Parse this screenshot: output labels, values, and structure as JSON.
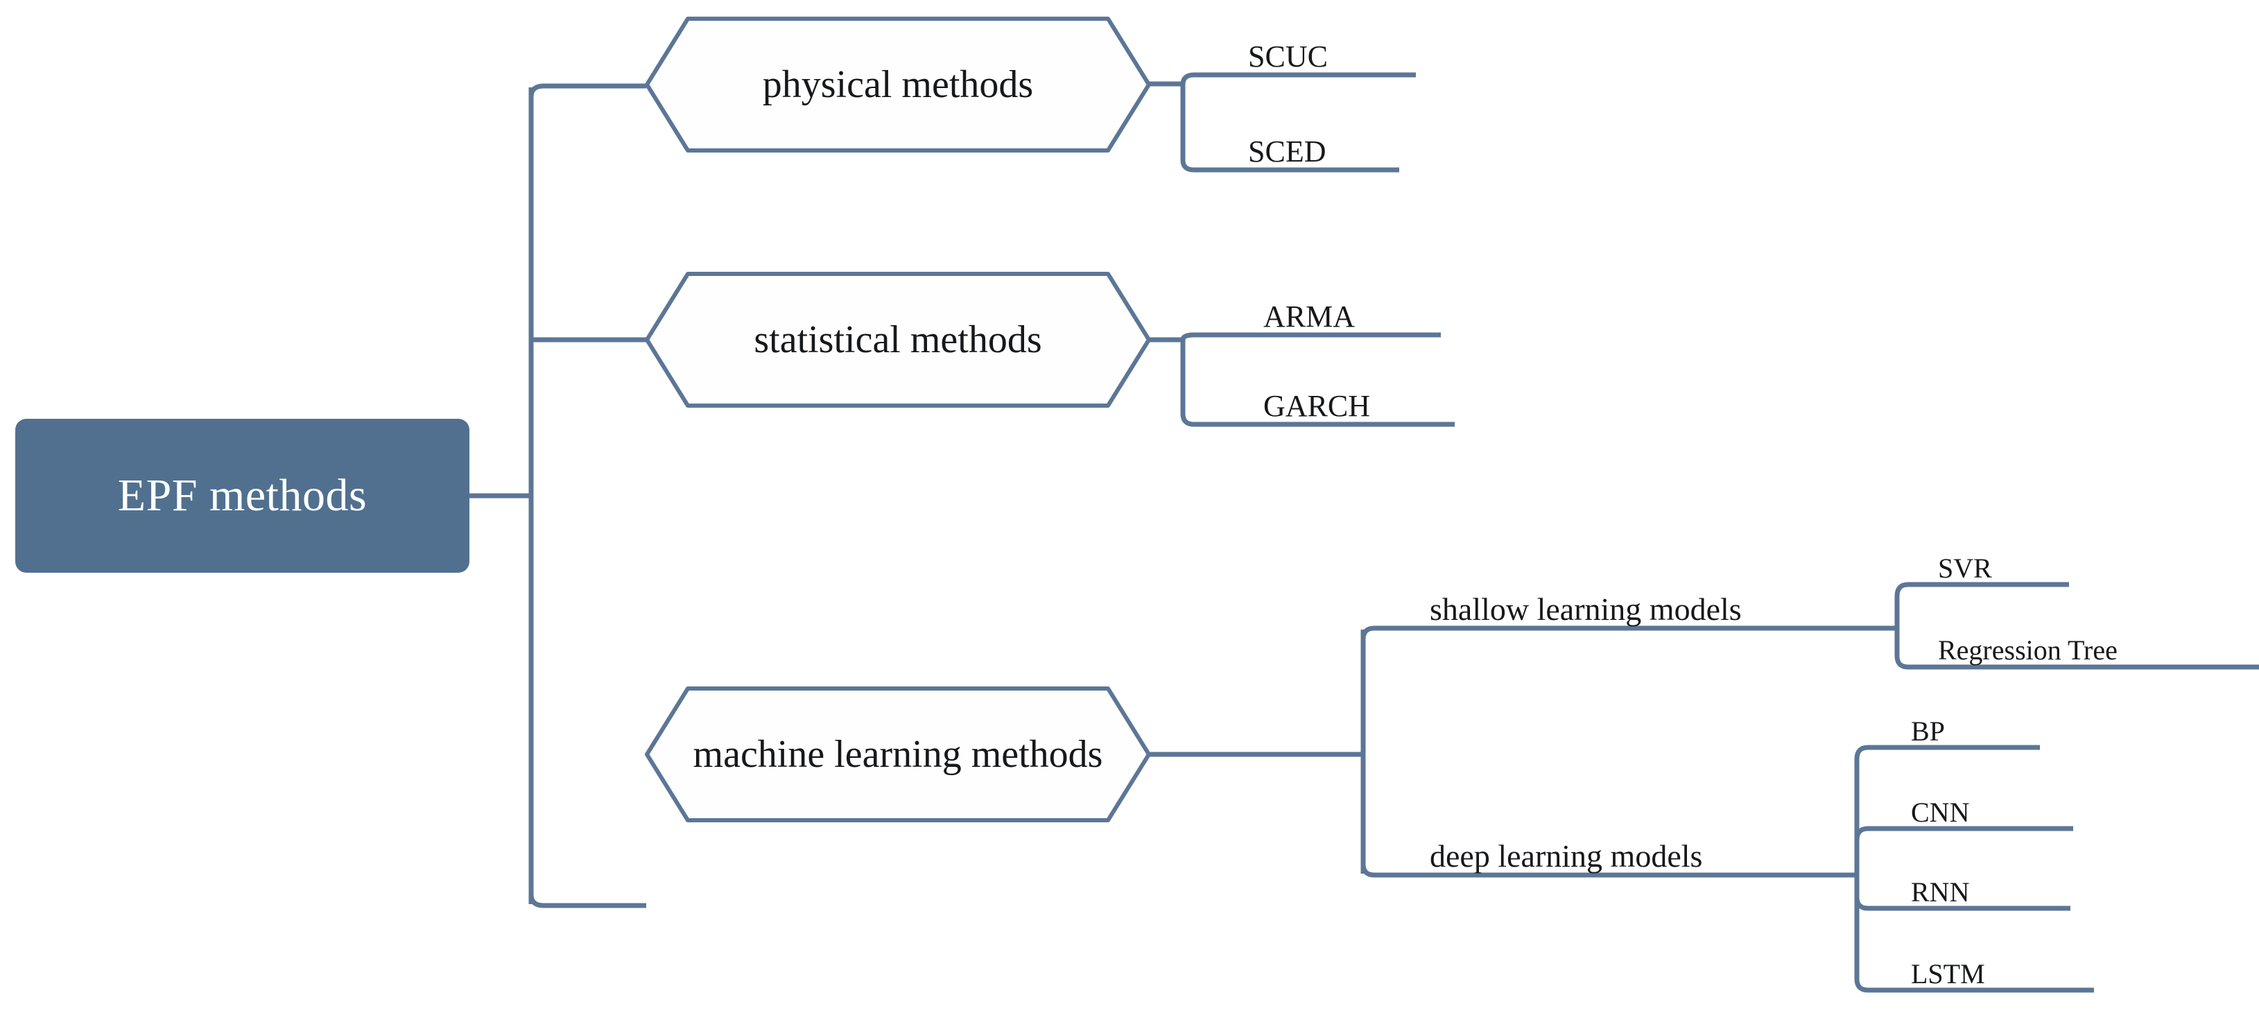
{
  "diagram": {
    "title": "EPF methods taxonomy",
    "colors": {
      "root_fill": "#517architecture",
      "root_fill_hex": "#51708F",
      "line": "#5C7696",
      "line_light": "#9FB2C8",
      "text": "#17181A",
      "root_text": "#FFFFFF"
    },
    "root": {
      "label": "EPF methods"
    },
    "branches": [
      {
        "id": "physical",
        "label": "physical methods",
        "children": [
          {
            "label": "SCUC"
          },
          {
            "label": "SCED"
          }
        ]
      },
      {
        "id": "statistical",
        "label": "statistical methods",
        "children": [
          {
            "label": "ARMA"
          },
          {
            "label": "GARCH"
          }
        ]
      },
      {
        "id": "machine-learning",
        "label": "machine learning methods",
        "children": [
          {
            "label": "shallow learning models",
            "children": [
              {
                "label": "SVR"
              },
              {
                "label": "Regression Tree"
              }
            ]
          },
          {
            "label": "deep learning models",
            "children": [
              {
                "label": "BP"
              },
              {
                "label": "CNN"
              },
              {
                "label": "RNN"
              },
              {
                "label": "LSTM"
              }
            ]
          }
        ]
      }
    ]
  }
}
